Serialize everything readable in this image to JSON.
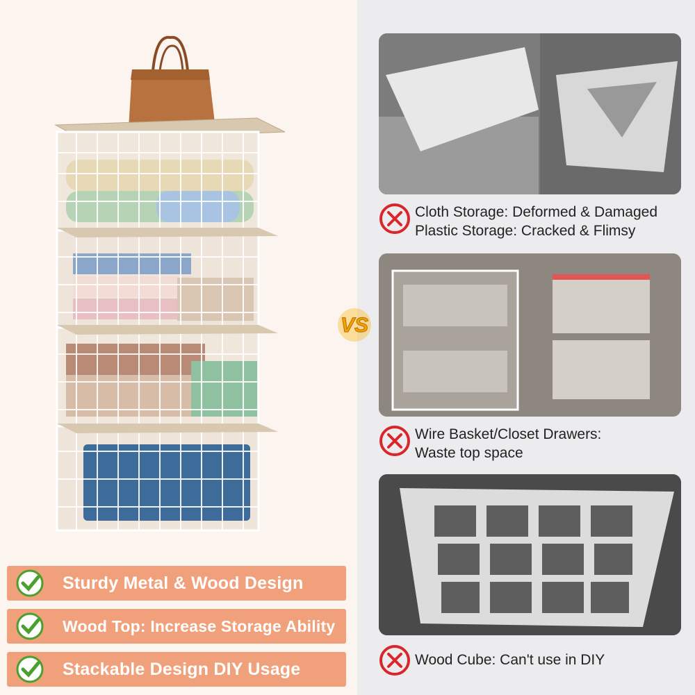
{
  "benefits": [
    {
      "label": "Sturdy Metal & Wood Design",
      "icon": "check-icon"
    },
    {
      "label": "Wood Top: Increase Storage Ability",
      "icon": "check-icon"
    },
    {
      "label": "Stackable Design DIY Usage",
      "icon": "check-icon"
    }
  ],
  "comparisons": [
    {
      "lines": [
        "Cloth Storage: Deformed & Damaged",
        "Plastic Storage: Cracked & Flimsy"
      ],
      "icon": "no-icon"
    },
    {
      "lines": [
        "Wire Basket/Closet Drawers:",
        "Waste top space"
      ],
      "icon": "no-icon"
    },
    {
      "lines": [
        "Wood Cube: Can't use in DIY"
      ],
      "icon": "no-icon"
    }
  ],
  "vs_label": "VS",
  "colors": {
    "accent": "#f0a07a",
    "check_green": "#4aa02c",
    "no_red": "#d8262c"
  }
}
